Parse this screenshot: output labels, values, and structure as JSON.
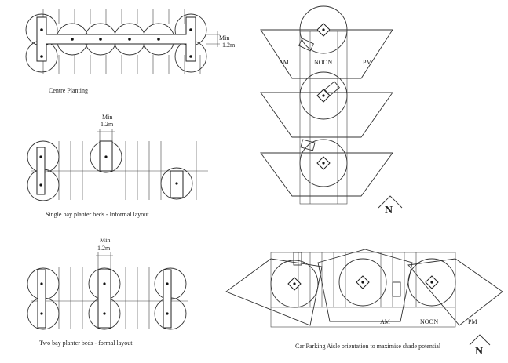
{
  "diagrams": {
    "centre": {
      "caption": "Centre Planting",
      "min_label": "Min",
      "min_value": "1.2m"
    },
    "single": {
      "caption": "Single bay planter beds - Informal layout",
      "min_label": "Min",
      "min_value": "1.2m"
    },
    "two": {
      "caption": "Two bay planter beds - formal layout",
      "min_label": "Min",
      "min_value": "1.2m"
    },
    "vertical_shade": {
      "am": "AM",
      "noon": "NOON",
      "pm": "PM",
      "north": "N"
    },
    "aisle": {
      "caption": "Car Parking Aisle orientation to maximise shade potential",
      "am": "AM",
      "noon": "NOON",
      "pm": "PM",
      "north": "N"
    }
  },
  "colors": {
    "ink": "#222222",
    "paper": "#ffffff"
  }
}
